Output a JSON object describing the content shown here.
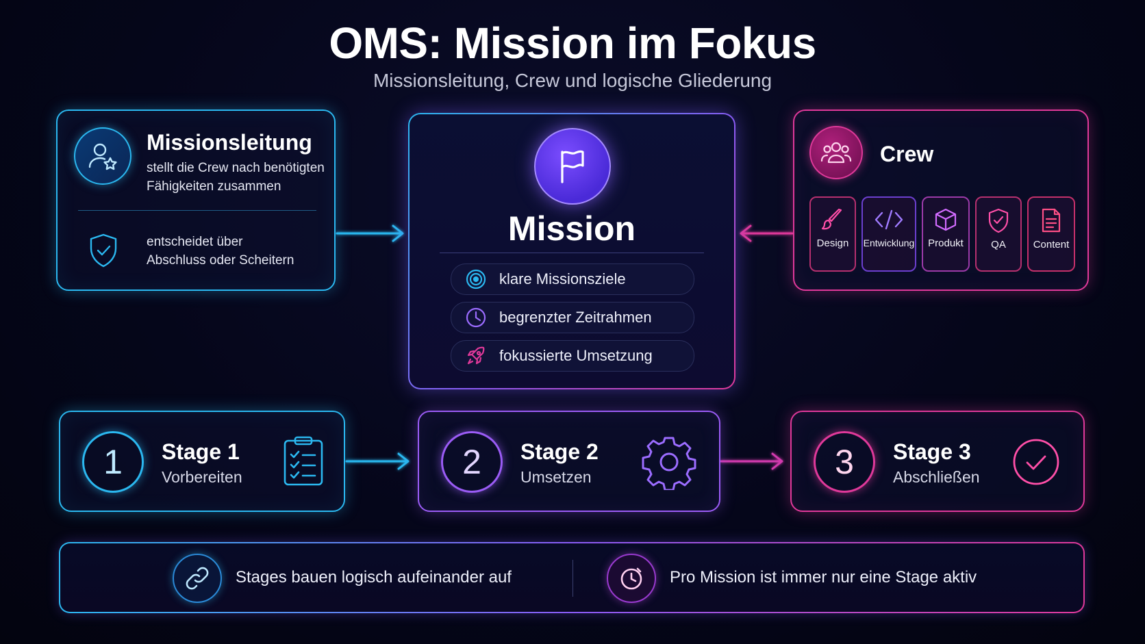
{
  "header": {
    "title": "OMS: Mission im Fokus",
    "subtitle": "Missionsleitung, Crew und logische Gliederung"
  },
  "lead": {
    "title": "Missionsleitung",
    "line1": "stellt die Crew nach benötigten",
    "line2": "Fähigkeiten zusammen",
    "decide1": "entscheidet über",
    "decide2": "Abschluss oder Scheitern",
    "icon": "user-star-icon",
    "decide_icon": "shield-check-icon"
  },
  "mission": {
    "title": "Mission",
    "icon": "flag-icon",
    "points": [
      {
        "label": "klare Missionsziele",
        "icon": "target-icon"
      },
      {
        "label": "begrenzter Zeitrahmen",
        "icon": "clock-icon"
      },
      {
        "label": "fokussierte Umsetzung",
        "icon": "rocket-icon"
      }
    ]
  },
  "crew": {
    "title": "Crew",
    "icon": "team-icon",
    "skills": [
      {
        "label": "Design",
        "icon": "brush-icon"
      },
      {
        "label": "Entwicklung",
        "icon": "code-icon"
      },
      {
        "label": "Produkt",
        "icon": "cube-icon"
      },
      {
        "label": "QA",
        "icon": "shield-check-icon"
      },
      {
        "label": "Content",
        "icon": "document-icon"
      }
    ]
  },
  "stages": [
    {
      "number": "1",
      "title": "Stage 1",
      "subtitle": "Vorbereiten",
      "icon": "clipboard-checklist-icon"
    },
    {
      "number": "2",
      "title": "Stage 2",
      "subtitle": "Umsetzen",
      "icon": "gear-icon"
    },
    {
      "number": "3",
      "title": "Stage 3",
      "subtitle": "Abschließen",
      "icon": "check-circle-icon"
    }
  ],
  "footer": {
    "left": "Stages bauen logisch aufeinander auf",
    "right": "Pro Mission ist immer nur eine Stage aktiv",
    "left_icon": "link-icon",
    "right_icon": "clock-icon"
  },
  "colors": {
    "cyan": "#2bb8f0",
    "violet": "#9b5cf6",
    "pink": "#e0399a",
    "background": "#05061a"
  }
}
